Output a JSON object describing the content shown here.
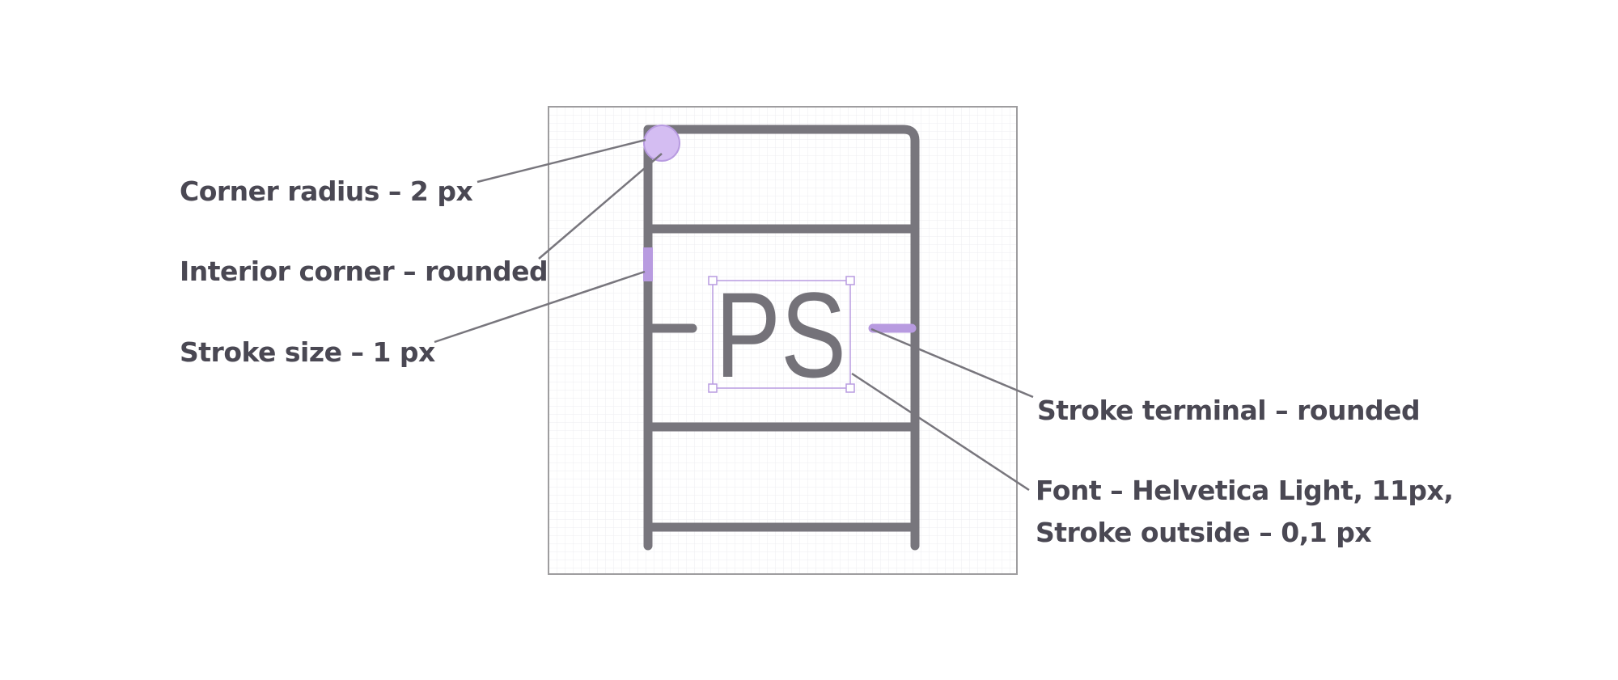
{
  "icon": {
    "text": "PS",
    "stroke_color": "#78767d",
    "highlight_color": "#b89be0",
    "highlight_fill": "#d4bdf2",
    "frame_color": "#9e9d9f",
    "grid_color": "#eeeef0"
  },
  "annotations": {
    "corner_radius": "Corner radius – 2 px",
    "interior_corner": "Interior corner – rounded",
    "stroke_size": "Stroke size – 1 px",
    "stroke_terminal": "Stroke terminal – rounded",
    "font_line1": "Font – Helvetica Light, 11px,",
    "font_line2": "Stroke outside – 0,1 px"
  },
  "colors": {
    "label_text": "#4a4853",
    "leader_line": "#78767d"
  }
}
